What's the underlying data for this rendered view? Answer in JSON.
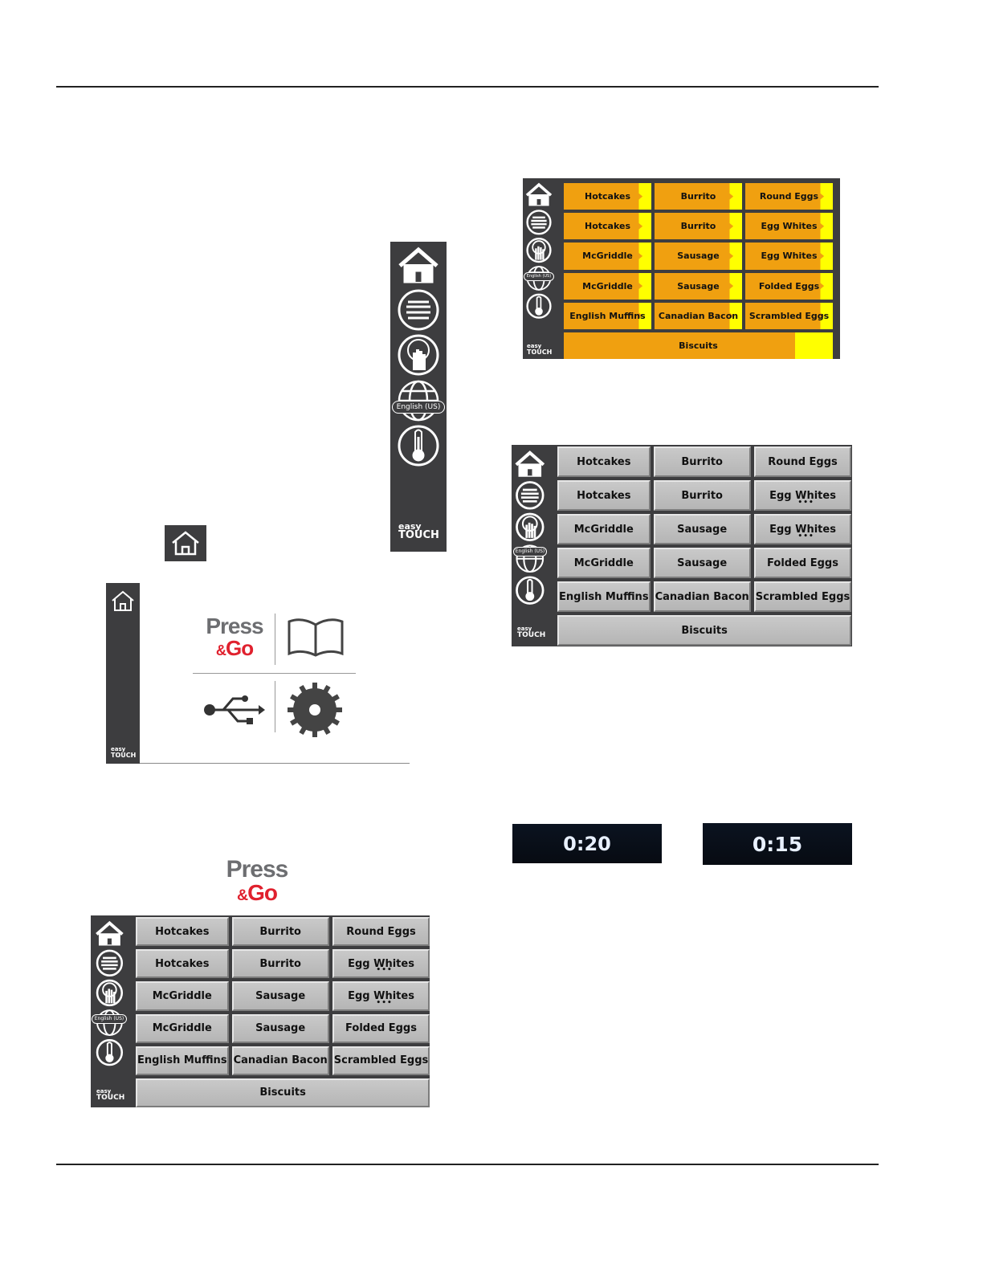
{
  "sidebar": {
    "language_label": "English (US)",
    "brand_easy": "easy",
    "brand_touch": "TOUCH"
  },
  "press_go": {
    "press": "Press",
    "amp": "&",
    "go": "Go"
  },
  "product_grid": {
    "rows": [
      [
        "Hotcakes",
        "Burrito",
        "Round Eggs"
      ],
      [
        "Hotcakes",
        "Burrito",
        "Egg Whites"
      ],
      [
        "McGriddle",
        "Sausage",
        "Egg Whites"
      ],
      [
        "McGriddle",
        "Sausage",
        "Folded Eggs"
      ],
      [
        "English Muffins",
        "Canadian Bacon",
        "Scrambled Eggs"
      ]
    ],
    "full_row": "Biscuits",
    "dots": "•••"
  },
  "timers": [
    "0:20",
    "0:15"
  ],
  "colors": {
    "sidebar": "#3d3d3f",
    "button_gray": "#bdbdbd",
    "button_orange": "#f0a010",
    "button_yellow": "#ffff00",
    "press_gray": "#6d6e71",
    "go_red": "#e0212e"
  },
  "icons": [
    "home-icon",
    "menu-lines-icon",
    "hand-touch-icon",
    "globe-icon",
    "thermometer-icon",
    "book-icon",
    "usb-icon",
    "gear-icon"
  ]
}
